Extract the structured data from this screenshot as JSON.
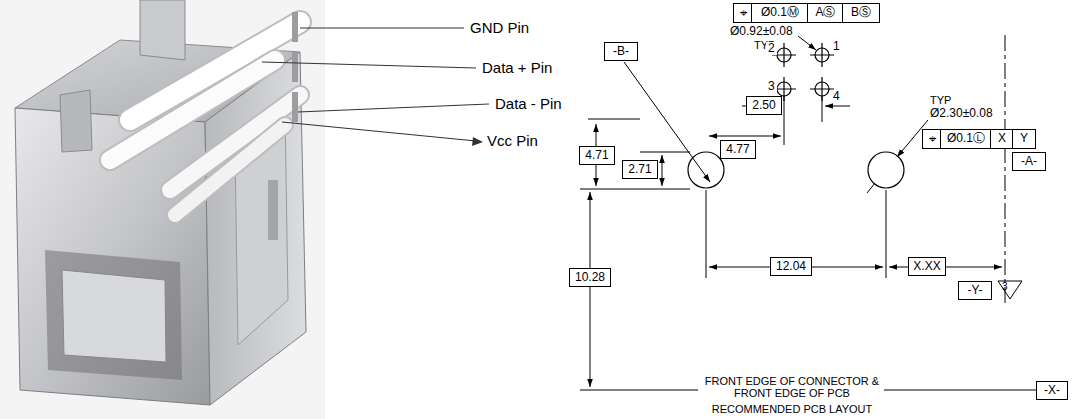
{
  "diagram": {
    "labels": [
      "GND Pin",
      "Data + Pin",
      "Data - Pin",
      "Vcc Pin",
      "⌖",
      "Ø0.1Ⓜ",
      "AⓈ",
      "BⓈ",
      "Ø0.92±0.08",
      "TYP",
      "-B-",
      "2",
      "1",
      "3",
      "4",
      "4.71",
      "2.71",
      "2.50",
      "4.77",
      "12.04",
      "X.XX",
      "10.28",
      "TYP",
      "Ø2.30±0.08",
      "⌖",
      "Ø0.1Ⓛ",
      "X",
      "Y",
      "-A-",
      "-Y-",
      "3",
      "-X-",
      "FRONT EDGE OF CONNECTOR & FRONT EDGE OF PCB",
      "RECOMMENDED PCB LAYOUT"
    ]
  }
}
